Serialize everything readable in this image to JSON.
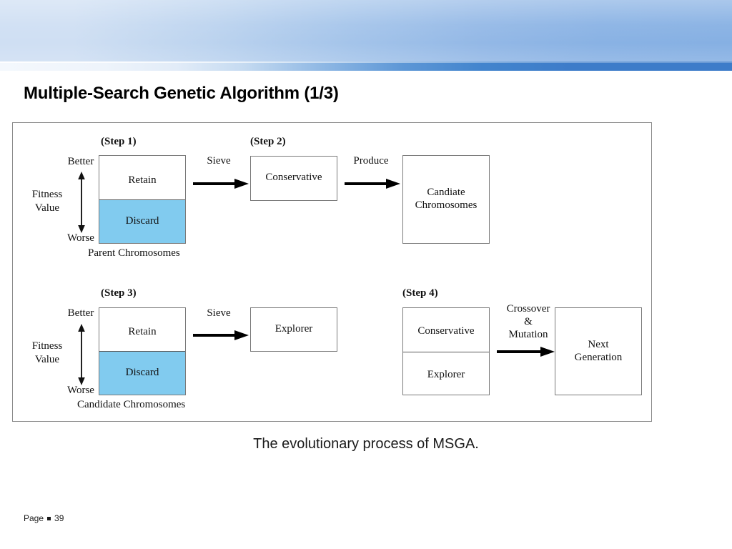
{
  "slide": {
    "title": "Multiple-Search Genetic Algorithm (1/3)",
    "caption": "The evolutionary process of MSGA.",
    "footer_label": "Page",
    "footer_page_number": "39"
  },
  "theme": {
    "banner_light": "#cfdff3",
    "banner_dark": "#86b0e3",
    "accent_bar": "#3d7cc9",
    "discard_fill": "#81cbef",
    "box_border": "#7a7a7a",
    "frame_border": "#8a8a8a",
    "text": "#111111"
  },
  "diagram": {
    "steps": {
      "step1": "(Step 1)",
      "step2": "(Step 2)",
      "step3": "(Step 3)",
      "step4": "(Step 4)"
    },
    "axis_top": {
      "better": "Better",
      "worse": "Worse",
      "fitness_line1": "Fitness",
      "fitness_line2": "Value"
    },
    "axis_bottom": {
      "better": "Better",
      "worse": "Worse",
      "fitness_line1": "Fitness",
      "fitness_line2": "Value"
    },
    "row1": {
      "pool_retain": "Retain",
      "pool_discard": "Discard",
      "pool_caption": "Parent Chromosomes",
      "arrow1_label": "Sieve",
      "conservative_box": "Conservative",
      "arrow2_label": "Produce",
      "candidate_line1": "Candiate",
      "candidate_line2": "Chromosomes"
    },
    "row2": {
      "pool_retain": "Retain",
      "pool_discard": "Discard",
      "pool_caption": "Candidate Chromosomes",
      "arrow1_label": "Sieve",
      "explorer_box": "Explorer",
      "mix_top": "Conservative",
      "mix_bottom": "Explorer",
      "arrow2_label_line1": "Crossover",
      "arrow2_label_line2": "&",
      "arrow2_label_line3": "Mutation",
      "next_line1": "Next",
      "next_line2": "Generation"
    }
  }
}
